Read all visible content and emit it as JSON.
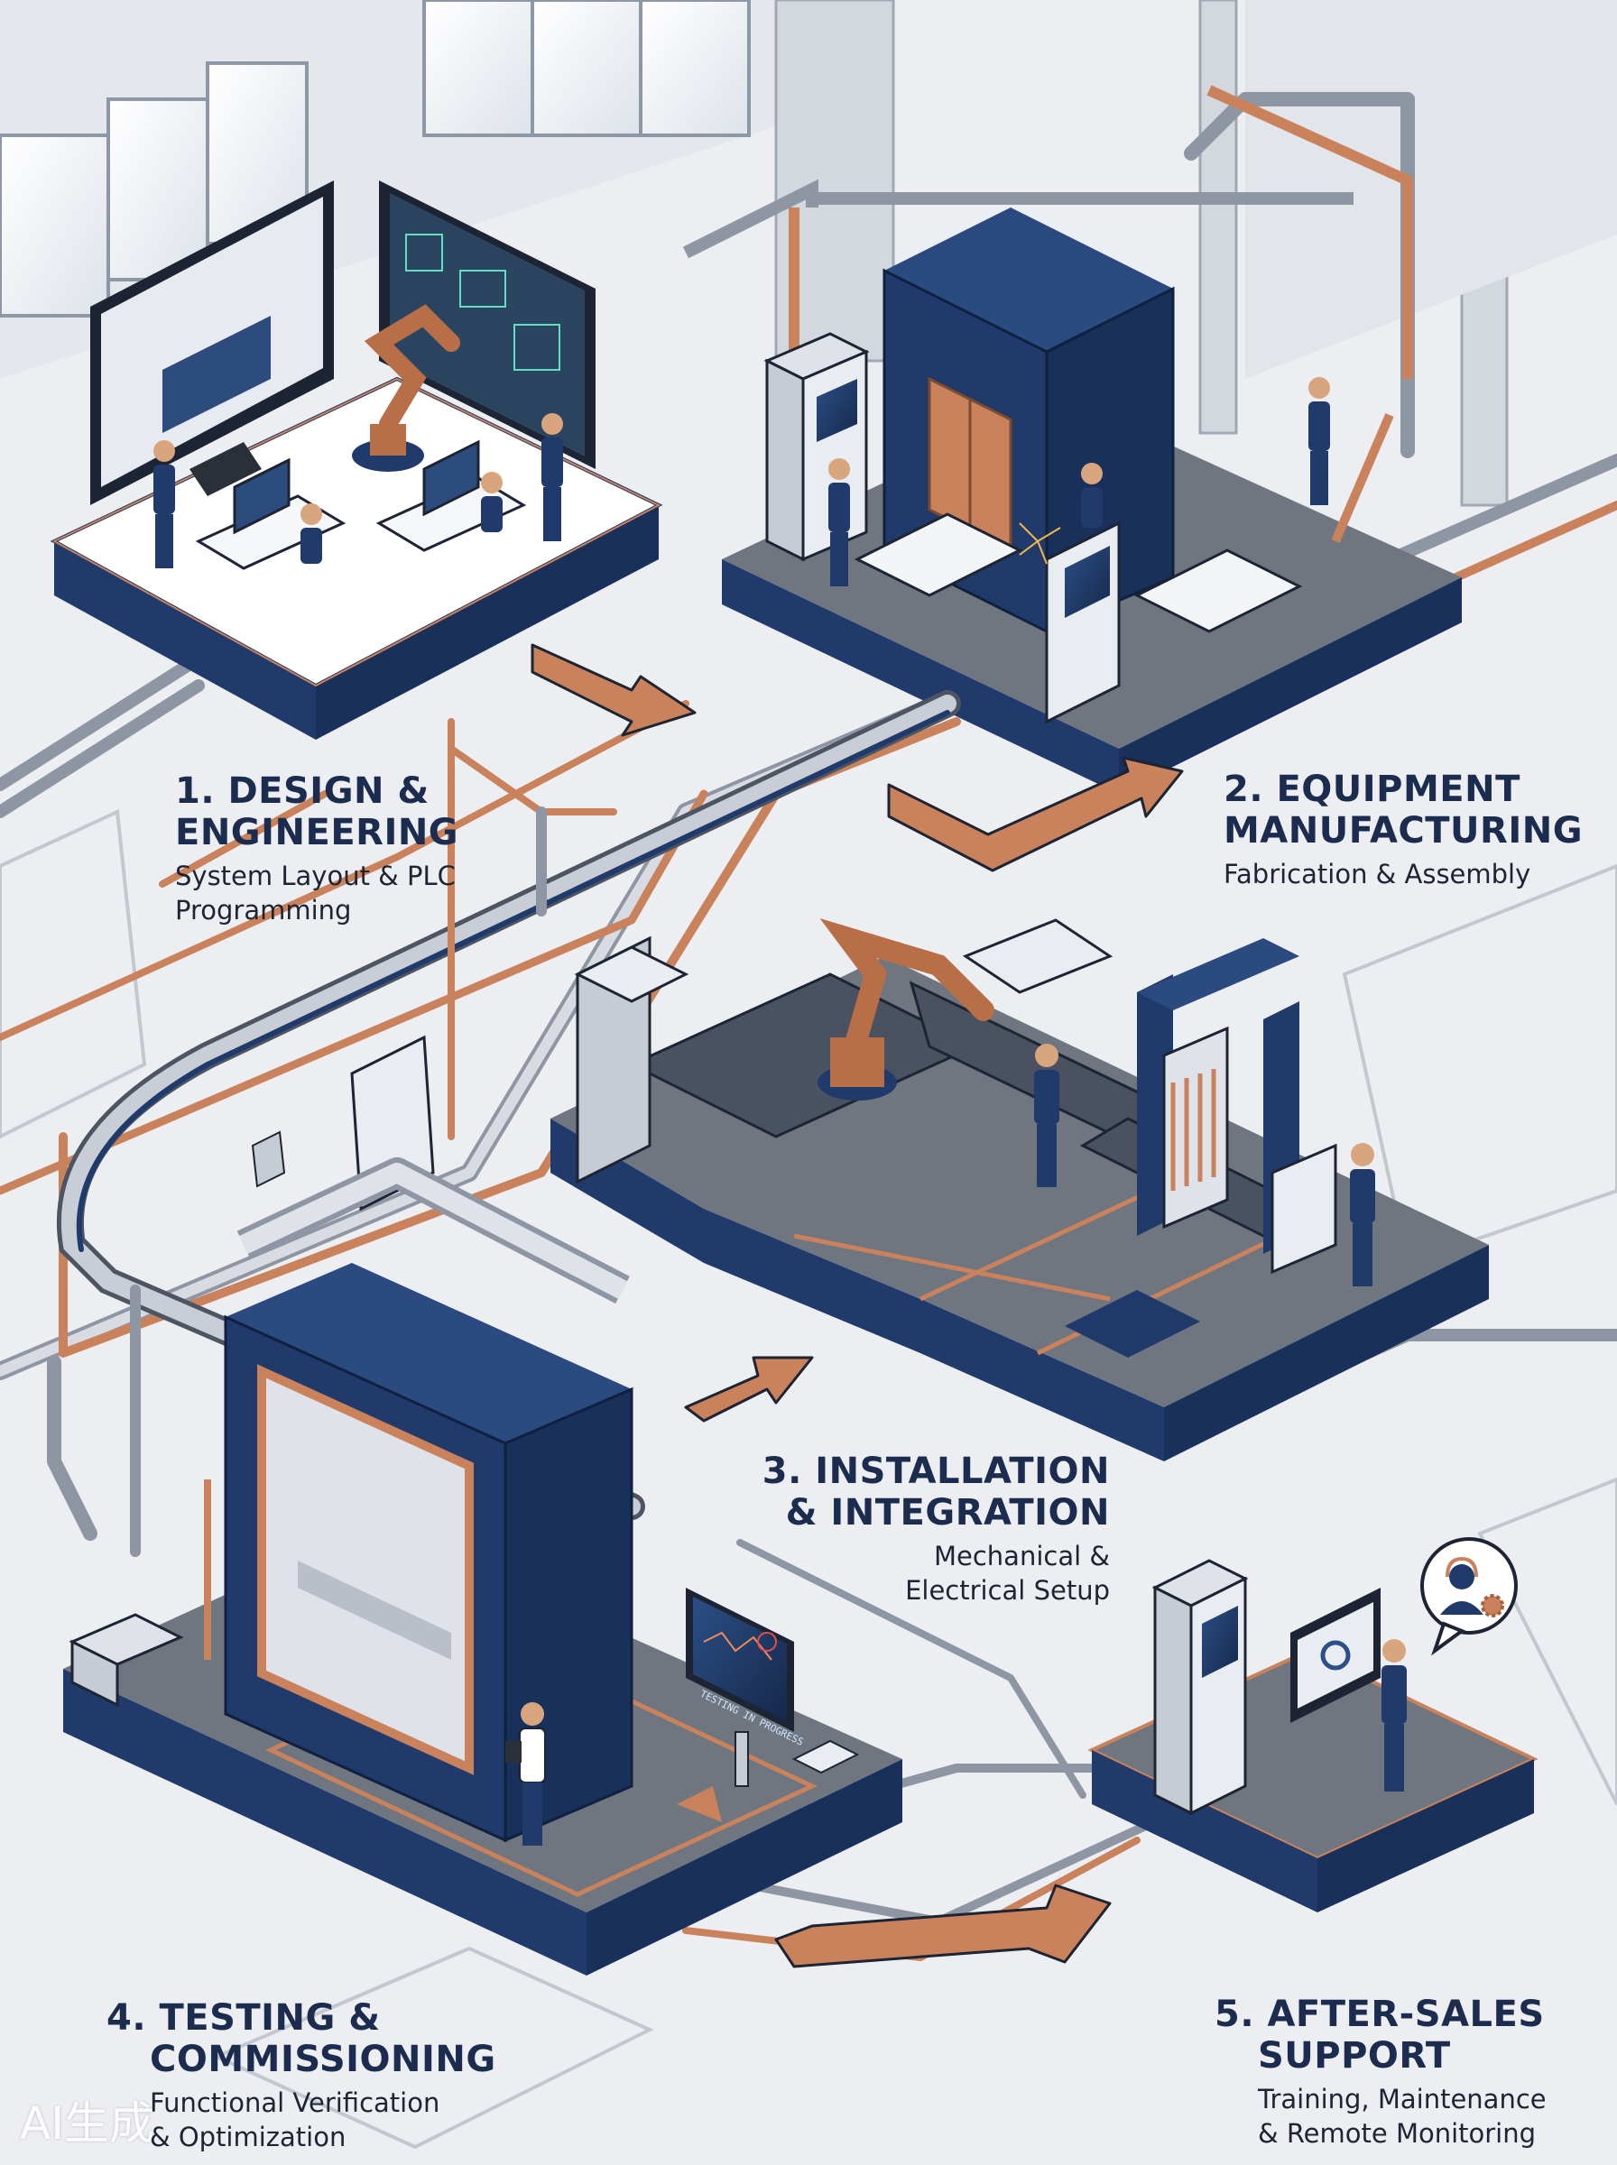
{
  "stages": [
    {
      "number": "1.",
      "title_lines": [
        "DESIGN &",
        "ENGINEERING"
      ],
      "subtitle_lines": [
        "System Layout & PLC",
        "Programming"
      ]
    },
    {
      "number": "2.",
      "title_lines": [
        "EQUIPMENT",
        "MANUFACTURING"
      ],
      "subtitle_lines": [
        "Fabrication & Assembly"
      ]
    },
    {
      "number": "3.",
      "title_lines": [
        "INSTALLATION",
        "& INTEGRATION"
      ],
      "subtitle_lines": [
        "Mechanical &",
        "Electrical Setup"
      ]
    },
    {
      "number": "4.",
      "title_lines": [
        "TESTING &",
        "COMMISSIONING"
      ],
      "subtitle_lines": [
        "Functional Verification",
        "& Optimization"
      ]
    },
    {
      "number": "5.",
      "title_lines": [
        "AFTER-SALES",
        "SUPPORT"
      ],
      "subtitle_lines": [
        "Training, Maintenance",
        "& Remote Monitoring"
      ]
    }
  ],
  "testing_screen_text": "TESTING IN PROGRESS",
  "watermark": "AI生成",
  "colors": {
    "navy": "#1f3a6b",
    "navy_dark": "#18305a",
    "copper": "#c9825c",
    "copper_dark": "#a8613d",
    "steel": "#c9ced6",
    "floor": "#eceef2",
    "platform_top": "#6b7280",
    "label_text": "#1c2c4e"
  },
  "icons": [
    "monitor-icon",
    "robot-arm-icon",
    "engineer-icon",
    "flow-arrow-icon",
    "support-headset-gear-icon",
    "control-cabinet-icon",
    "tablet-icon"
  ]
}
